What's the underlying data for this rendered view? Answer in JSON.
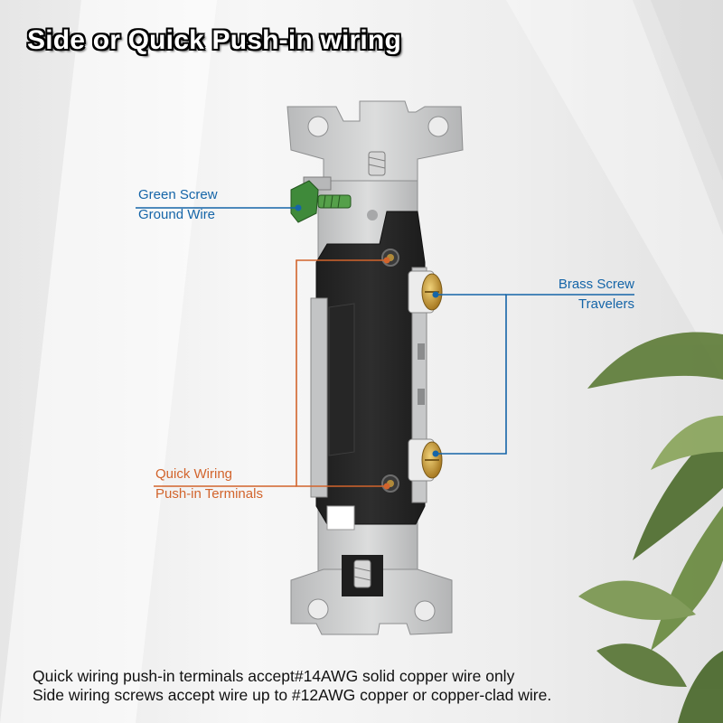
{
  "title": "Side or Quick Push-in wiring",
  "labels": {
    "ground": {
      "line1": "Green Screw",
      "line2": "Ground Wire"
    },
    "brass": {
      "line1": "Brass Screw",
      "line2": "Travelers"
    },
    "quick": {
      "line1": "Quick Wiring",
      "line2": "Push-in Terminals"
    }
  },
  "captions": {
    "line1": "Quick wiring push-in terminals accept#14AWG solid copper wire only",
    "line2": "Side wiring screws accept wire up to #12AWG copper or copper-clad wire."
  },
  "colors": {
    "callout_blue": "#1565a8",
    "callout_orange": "#d2642c",
    "switch_body": "#2a2a2a",
    "mounting_strap": "#c9cacb",
    "green_screw": "#3f8a3a",
    "brass_screw": "#c69a3b"
  }
}
